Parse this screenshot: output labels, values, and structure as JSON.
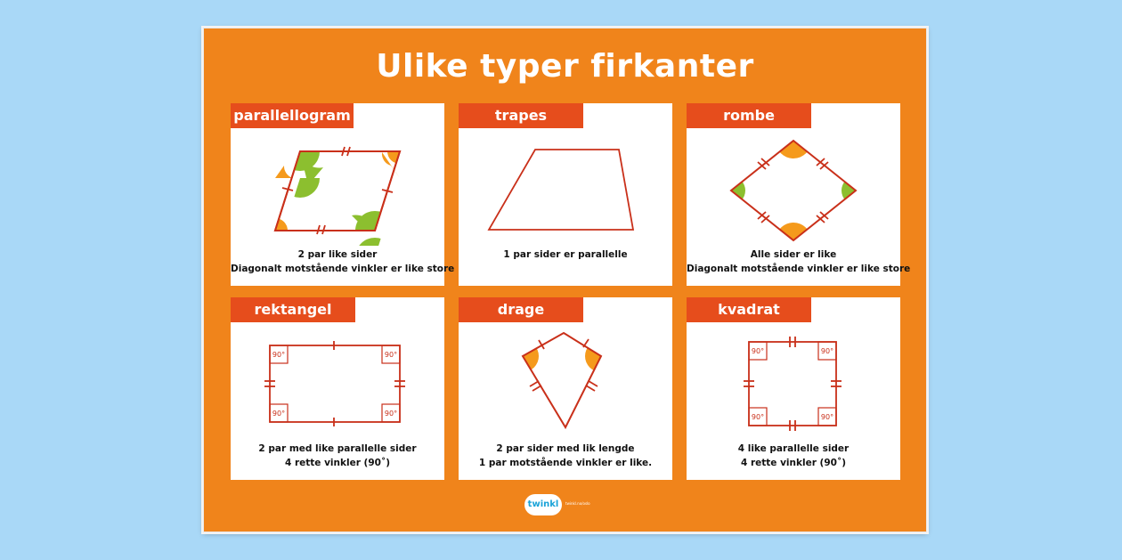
{
  "poster": {
    "title": "Ulike typer firkanter",
    "cards": [
      {
        "label": "parallellogram",
        "lines": [
          "2 par like sider",
          "Diagonalt motstående vinkler er like store"
        ]
      },
      {
        "label": "trapes",
        "lines": [
          "1 par sider er parallelle"
        ]
      },
      {
        "label": "rombe",
        "lines": [
          "Alle sider er like",
          "Diagonalt motstående vinkler er like store"
        ]
      },
      {
        "label": "rektangel",
        "lines": [
          "2 par med like parallelle sider",
          "4 rette vinkler (90˚)"
        ]
      },
      {
        "label": "drage",
        "lines": [
          "2 par sider med lik lengde",
          "1 par motstående vinkler er like."
        ]
      },
      {
        "label": "kvadrat",
        "lines": [
          "4 like parallelle sider",
          "4 rette vinkler (90˚)"
        ]
      }
    ],
    "angle_label": "90°",
    "logo": {
      "text": "twinkl",
      "tagline": "twinkl.no/oslo"
    }
  },
  "colors": {
    "background": "#a9d8f7",
    "poster": "#f0841b",
    "label": "#e64d1c",
    "shape_stroke": "#c9301a",
    "angle_green": "#8cbf2f",
    "angle_orange": "#f59a1c"
  }
}
